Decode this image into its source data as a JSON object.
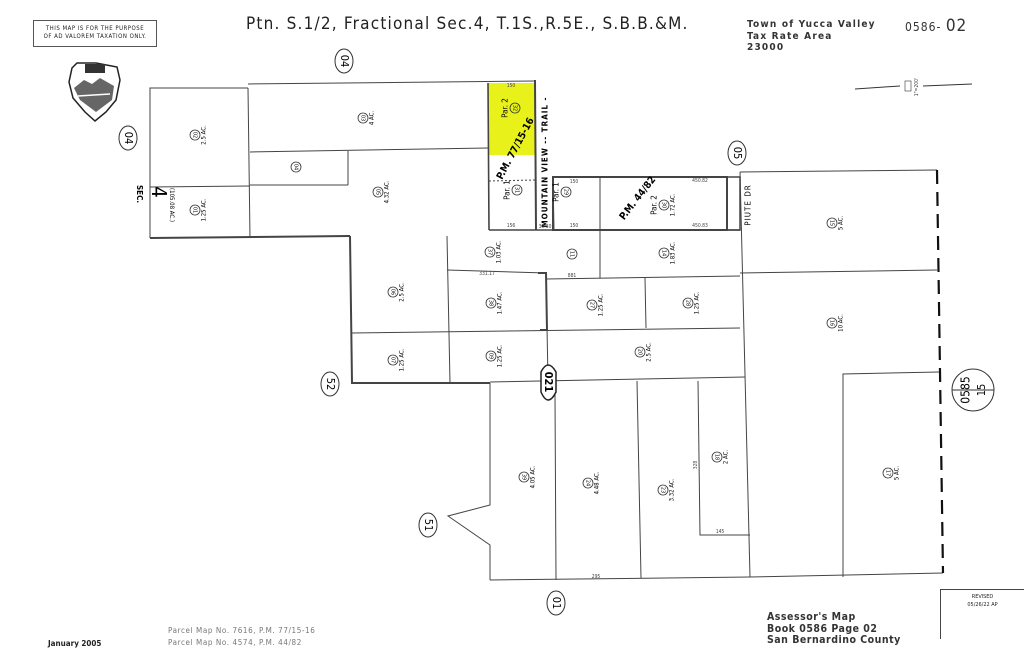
{
  "header": {
    "disclaimer": [
      "THIS MAP IS FOR THE PURPOSE",
      "OF AD VALOREM TAXATION ONLY."
    ],
    "title": "Ptn. S.1/2, Fractional Sec.4, T.1S.,R.5E., S.B.B.&M.",
    "town": "Town of Yucca Valley",
    "tax_rate_area_label": "Tax Rate Area",
    "tax_rate_area": "23000",
    "map_book": "0586-",
    "map_page": "02",
    "scale": "1\"=200'"
  },
  "seal_icon": "san-bernardino-county-seal",
  "highlight_color": "#e8f21a",
  "map": {
    "section_label": "SEC.",
    "section_number": "4",
    "section_area": "(105.08 AC.)",
    "roads": {
      "mountain_view_trail": "MOUNTAIN VIEW -- TRAIL -",
      "piute_dr": "PIUTE DR",
      "highway": "021"
    },
    "parcel_maps": {
      "pm_77": "P.M. 77/15-16",
      "pm_44": "P.M. 44/82"
    },
    "book_refs": {
      "top": "04",
      "left": "04",
      "east": "05",
      "sw": "52",
      "south_west": "51",
      "south": "01",
      "adjacent_book": "0585",
      "adjacent_page": "15"
    },
    "parcels": [
      {
        "num": "02",
        "acres": "2.5 AC."
      },
      {
        "num": "01",
        "acres": "1.25 AC."
      },
      {
        "num": "03",
        "acres": "4 AC."
      },
      {
        "num": "04",
        "acres": ""
      },
      {
        "num": "05",
        "acres": "4.32 AC."
      },
      {
        "num": "32",
        "acres": "",
        "par": "Par. 2",
        "highlighted": true
      },
      {
        "num": "31",
        "acres": "",
        "par": "Par. 1"
      },
      {
        "num": "29",
        "acres": "",
        "par": "Par. 1"
      },
      {
        "num": "30",
        "acres": "1.72 AC.",
        "par": "Par. 2"
      },
      {
        "num": "37",
        "acres": "1.03 AC."
      },
      {
        "num": "11",
        "acres": ""
      },
      {
        "num": "14",
        "acres": "1.83 AC."
      },
      {
        "num": "06",
        "acres": "2.5 AC."
      },
      {
        "num": "38",
        "acres": "1.47 AC."
      },
      {
        "num": "27",
        "acres": "1.25 AC."
      },
      {
        "num": "28",
        "acres": "1.25 AC."
      },
      {
        "num": "07",
        "acres": "1.25 AC."
      },
      {
        "num": "09",
        "acres": "1.25 AC."
      },
      {
        "num": "20",
        "acres": "2.5 AC."
      },
      {
        "num": "39",
        "acres": "4.05 AC."
      },
      {
        "num": "24",
        "acres": "4.48 AC."
      },
      {
        "num": "23",
        "acres": "3.32 AC."
      },
      {
        "num": "18",
        "acres": "2 AC."
      },
      {
        "num": "15",
        "acres": "5 AC."
      },
      {
        "num": "16",
        "acres": "10 AC."
      },
      {
        "num": "17",
        "acres": "5 AC."
      }
    ],
    "dimensions": [
      "150",
      "156",
      "150",
      "150",
      "450.82",
      "450.83",
      "331.17",
      "881",
      "145",
      "295",
      "328",
      "30.30"
    ]
  },
  "footer": {
    "date": "January 2005",
    "parcel_maps": [
      "Parcel Map No. 7616, P.M. 77/15-16",
      "Parcel Map No. 4574, P.M. 44/82"
    ],
    "assessor": [
      "Assessor's Map",
      "Book 0586 Page 02",
      "San Bernardino County"
    ],
    "revised_label": "REVISED",
    "revised_date": "05/26/22 AP"
  }
}
